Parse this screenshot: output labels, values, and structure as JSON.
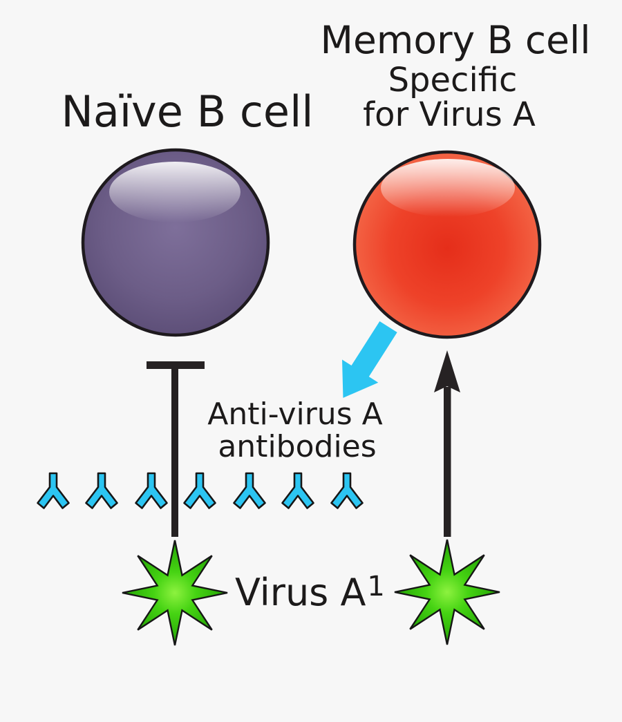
{
  "canvas": {
    "background_color": "#f7f7f7",
    "text_color": "#1c1a1a"
  },
  "labels": {
    "naive_b_cell": "Naïve B cell",
    "memory_b_cell": "Memory B cell",
    "memory_specific": "Specific",
    "memory_for_virus": "for Virus A",
    "anti_virus_line1": "Anti-virus A",
    "anti_virus_line2": "antibodies",
    "virus_name": "Virus A",
    "virus_superscript": "1"
  },
  "colors": {
    "naive_cell_purple": "#6c5d87",
    "memory_cell_red": "#ee4229",
    "antibody_cyan": "#2cc5f2",
    "virus_green": "#46d313",
    "line_black": "#262223"
  },
  "figures": {
    "naive_b_cell_sphere": "purple glossy sphere",
    "memory_b_cell_sphere": "red-orange glossy sphere",
    "antibody_count": 7,
    "virus_star_count": 2,
    "inhibition_symbol": "T-bar blocked line from naive cell to virus",
    "secretion_arrow": "cyan arrow from memory cell toward antibodies",
    "stimulation_arrow": "black up arrow from virus to memory cell"
  }
}
